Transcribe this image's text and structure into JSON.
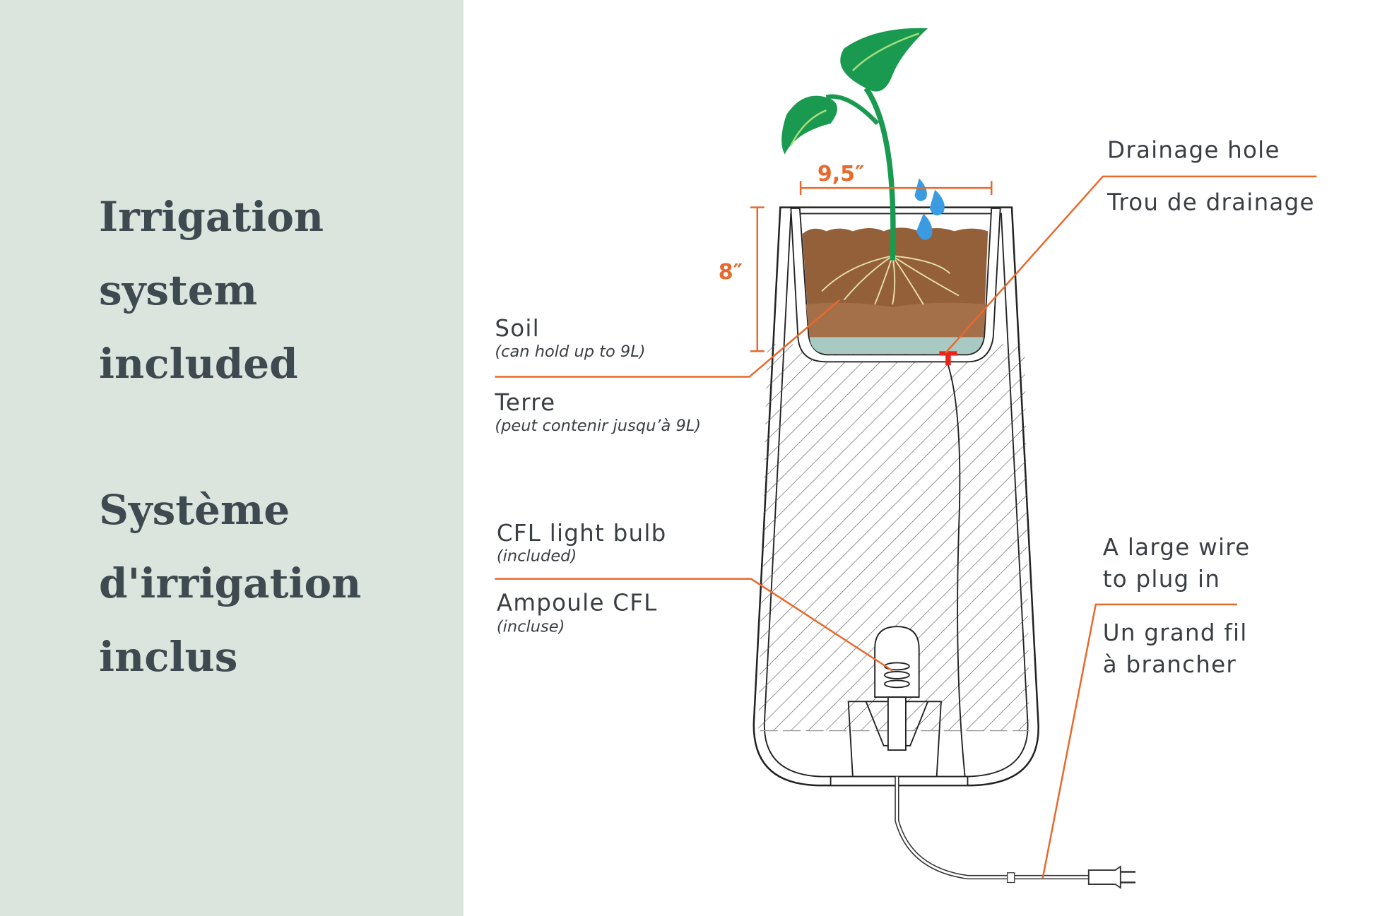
{
  "headings": {
    "english": [
      "Irrigation",
      "system",
      "included"
    ],
    "french": [
      "Système",
      "d'irrigation",
      "inclus"
    ]
  },
  "dimensions": {
    "width": "9,5″",
    "height": "8″"
  },
  "labels": {
    "soil": {
      "en": "Soil",
      "en_note": "(can hold up to 9L)",
      "fr": "Terre",
      "fr_note": "(peut contenir jusqu’à 9L)"
    },
    "drainage": {
      "en": "Drainage hole",
      "fr": "Trou de drainage"
    },
    "bulb": {
      "en": "CFL light bulb",
      "en_note": "(included)",
      "fr": "Ampoule CFL",
      "fr_note": "(incluse)"
    },
    "wire": {
      "en": [
        "A large wire",
        "to plug in"
      ],
      "fr": [
        "Un grand fil",
        "à brancher"
      ]
    }
  },
  "colors": {
    "panel": "#dbe5de",
    "accent": "#e8692d",
    "heading": "#3f4a50",
    "leaf": "#1a9a50",
    "soil": "#94603a",
    "water": "#a9c9c3",
    "drain": "#e8241c"
  }
}
